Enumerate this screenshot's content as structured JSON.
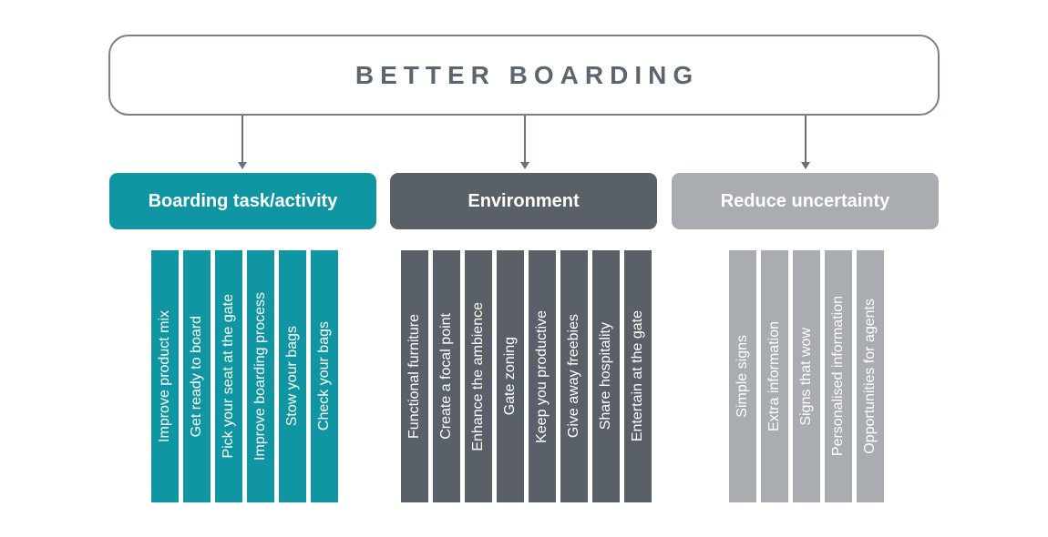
{
  "title": "BETTER BOARDING",
  "colors": {
    "teal": "#1096a3",
    "dark_slate": "#5a6067",
    "light_gray": "#a9acb0",
    "outline": "#79808a",
    "title_text": "#5b6770",
    "arrow": "#6b717a"
  },
  "groups": [
    {
      "label": "Boarding task/activity",
      "color": "#1096a3",
      "items": [
        "Improve product mix",
        "Get ready to board",
        "Pick your seat at the gate",
        "Improve boarding process",
        "Stow your bags",
        "Check your bags"
      ]
    },
    {
      "label": "Environment",
      "color": "#5a6067",
      "items": [
        "Functional furniture",
        "Create a focal point",
        "Enhance the ambience",
        "Gate zoning",
        "Keep you productive",
        "Give away freebies",
        "Share hospitality",
        "Entertain at the gate"
      ]
    },
    {
      "label": "Reduce uncertainty",
      "color": "#a9acb0",
      "items": [
        "Simple signs",
        "Extra information",
        "Signs that wow",
        "Personalised information",
        "Opportunities for agents"
      ]
    }
  ]
}
